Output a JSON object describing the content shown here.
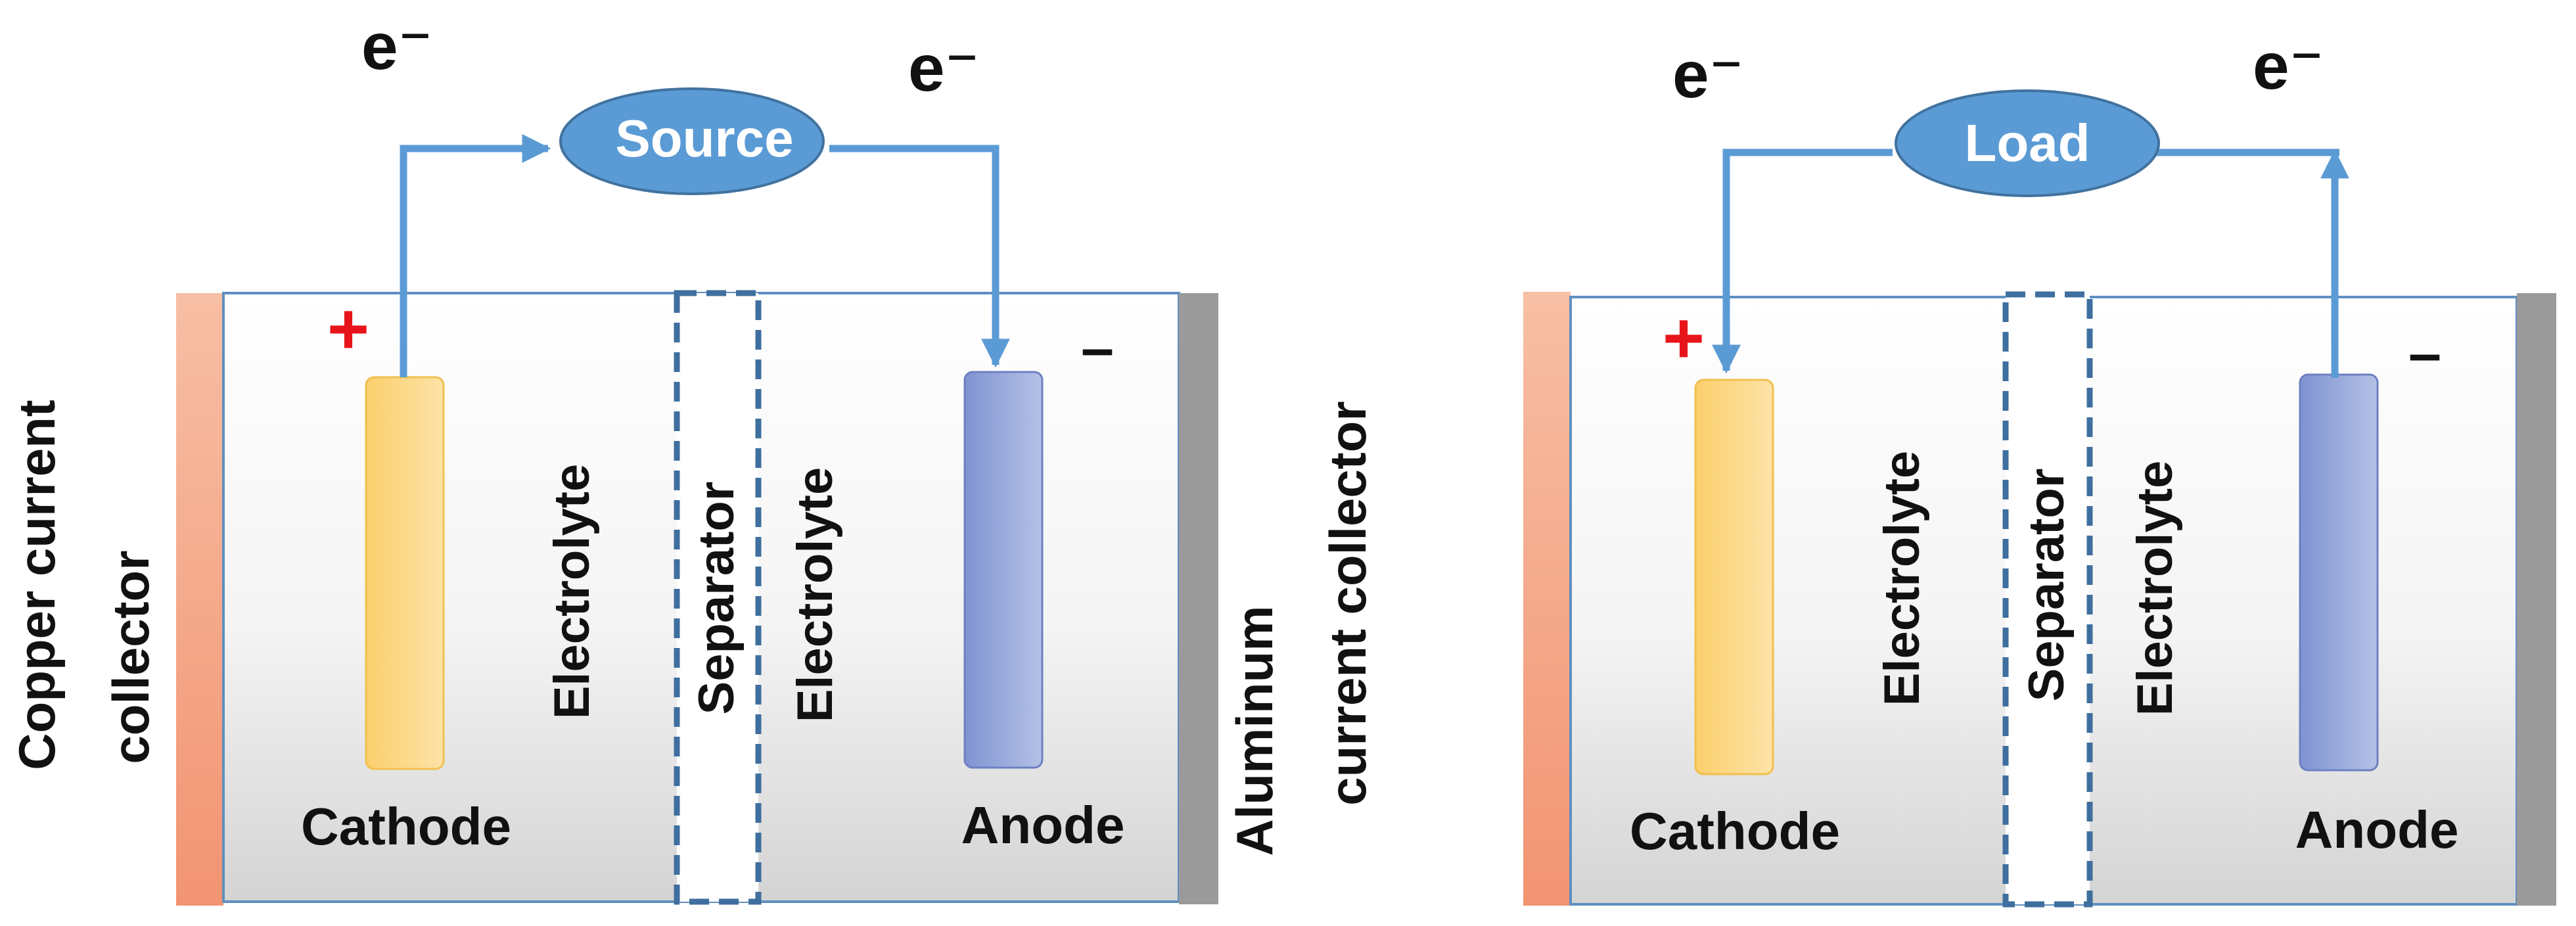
{
  "panels": [
    {
      "id": "charging",
      "device_label": "Source",
      "electron_labels": [
        "e⁻",
        "e⁻"
      ],
      "positive_sign": "+",
      "negative_sign": "–",
      "cathode_label": "Cathode",
      "anode_label": "Anode",
      "electrolyte_left": "Electrolyte",
      "separator_label": "Separator",
      "electrolyte_right": "Electrolyte",
      "electron_flow": "cathode-to-anode"
    },
    {
      "id": "discharging",
      "device_label": "Load",
      "electron_labels": [
        "e⁻",
        "e⁻"
      ],
      "positive_sign": "+",
      "negative_sign": "–",
      "cathode_label": "Cathode",
      "anode_label": "Anode",
      "electrolyte_left": "Electrolyte",
      "separator_label": "Separator",
      "electrolyte_right": "Electrolyte",
      "electron_flow": "anode-to-cathode"
    }
  ],
  "collector_labels": {
    "left_line1": "Copper current",
    "left_line2": "collector",
    "right_line1": "Aluminum",
    "right_line2": "current collector"
  },
  "colors": {
    "wire": "#5b9bd5",
    "device_fill": "#5b9bd5",
    "cathode": "#fcd77f",
    "anode": "#8fa3d8",
    "copper_collector": "#f4a382",
    "aluminum_collector": "#9a9a9a",
    "separator_border": "#3e6f9e",
    "plus_sign": "#e8141b"
  }
}
